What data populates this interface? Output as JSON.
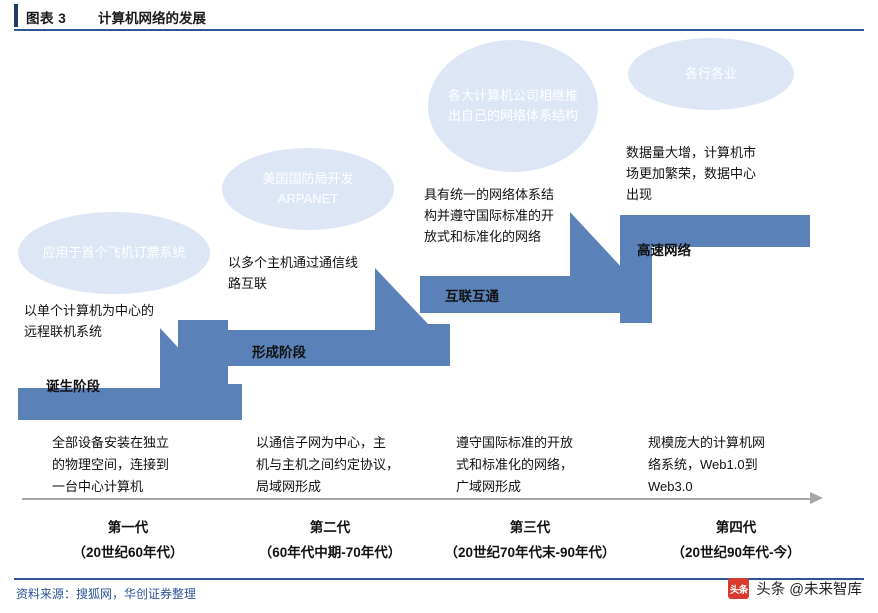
{
  "header": {
    "label": "图表 3",
    "title": "计算机网络的发展"
  },
  "footer": {
    "source": "资料来源：搜狐网，华创证券整理",
    "watermark_logo": "头条",
    "watermark_text": "头条 @未来智库"
  },
  "bubbles": [
    {
      "text": "应用于首个飞机订票系统"
    },
    {
      "text": "美国国防局开发ARPANET"
    },
    {
      "text": "各大计算机公司相继推出自己的网络体系结构"
    },
    {
      "text": "各行各业"
    }
  ],
  "stages": [
    {
      "above": "以单个计算机为中心的\n远程联机系统",
      "label": "诞生阶段",
      "below": "全部设备安装在独立\n的物理空间，连接到\n一台中心计算机",
      "gen_name": "第一代",
      "gen_years": "（20世纪60年代）"
    },
    {
      "above": "以多个主机通过通信线\n路互联",
      "label": "形成阶段",
      "below": "以通信子网为中心，主\n机与主机之间约定协议，\n局域网形成",
      "gen_name": "第二代",
      "gen_years": "（60年代中期-70年代）"
    },
    {
      "above": "具有统一的网络体系结\n构并遵守国际标准的开\n放式和标准化的网络",
      "label": "互联互通",
      "below": "遵守国际标准的开放\n式和标准化的网络，\n广域网形成",
      "gen_name": "第三代",
      "gen_years": "（20世纪70年代末-90年代）"
    },
    {
      "above": "数据量大增，计算机市\n场更加繁荣，数据中心\n出现",
      "label": "高速网络",
      "below": "规模庞大的计算机网\n络系统，Web1.0到\nWeb3.0",
      "gen_name": "第四代",
      "gen_years": "（20世纪90年代-今）"
    }
  ],
  "colors": {
    "arrow_blue": "#5b82b8",
    "bubble_blue": "#dce6f5",
    "rule_blue": "#2f5597",
    "accent_navy": "#1f3864",
    "axis_gray": "#a6a6a6"
  }
}
